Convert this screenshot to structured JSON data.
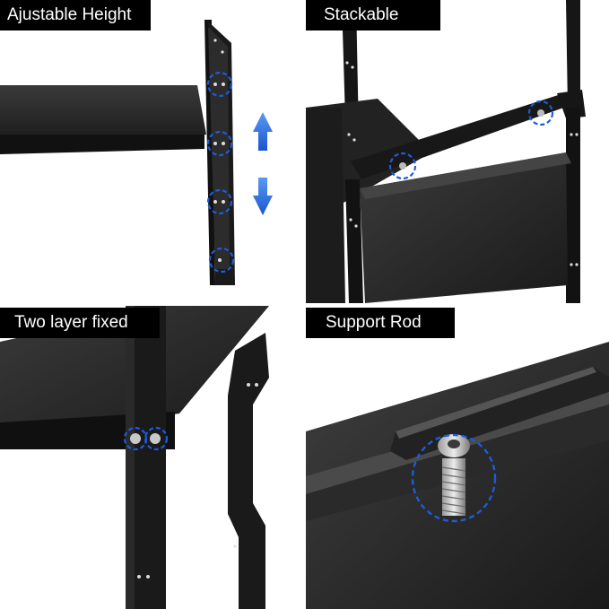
{
  "panels": [
    {
      "id": "ajustable-height",
      "label": "Ajustable Height"
    },
    {
      "id": "stackable",
      "label": "Stackable"
    },
    {
      "id": "two-layer-fixed",
      "label": "Two layer fixed"
    },
    {
      "id": "support-rod",
      "label": "Support Rod"
    }
  ],
  "colors": {
    "background": "#ffffff",
    "label_bg": "#000000",
    "label_text": "#ffffff",
    "metal": "#1a1a1a",
    "shelf_top": "#2a2a2a",
    "highlight_circle": "#1e5bd8",
    "arrow": "#2a6fe0"
  },
  "icons": [
    "up-down-arrow-icon",
    "highlight-circle-icon",
    "screw-icon"
  ]
}
